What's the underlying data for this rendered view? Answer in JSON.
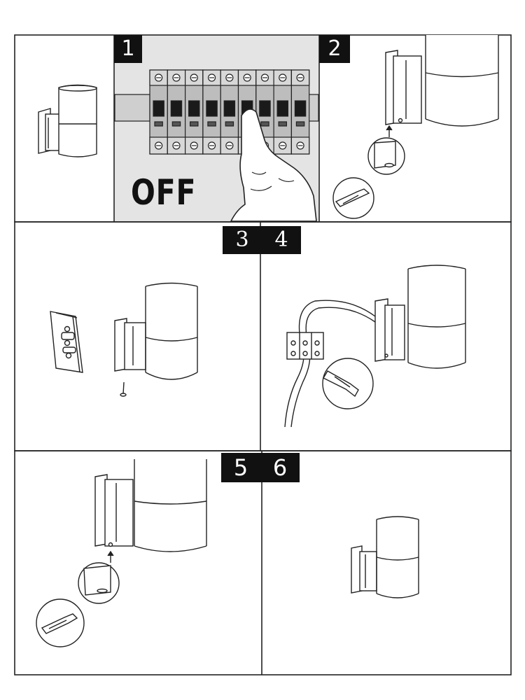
{
  "steps": [
    {
      "number": "1",
      "caption": "OFF"
    },
    {
      "number": "2"
    },
    {
      "number": "3"
    },
    {
      "number": "4"
    },
    {
      "number": "5"
    },
    {
      "number": "6"
    }
  ],
  "colors": {
    "line": "#222222",
    "panel_bg": "#e6e6e6",
    "badge_bg": "#111111",
    "badge_text": "#ffffff"
  }
}
